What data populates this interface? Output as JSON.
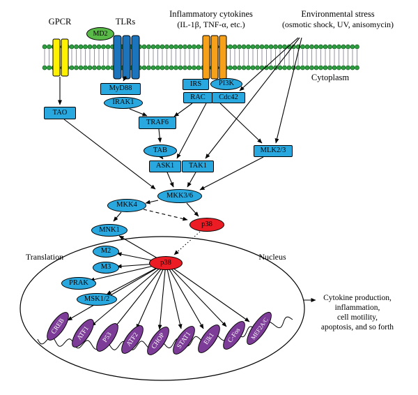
{
  "top_labels": {
    "gpcr": "GPCR",
    "tlrs": "TLRs",
    "cytokines": [
      "Inflammatory cytokines",
      "(IL-1β, TNF-α, etc.)"
    ],
    "stress": [
      "Environmental stress",
      "(osmotic shock, UV, anisomycin)"
    ]
  },
  "membrane": {
    "cytoplasm_label": "Cytoplasm"
  },
  "receptors": {
    "md2": "MD2"
  },
  "nodes": {
    "myd88": "MyD88",
    "irak1": "IRAK1",
    "tao": "TAO",
    "irs": "IRS",
    "pi3k": "PI3K",
    "rac": "RAC",
    "cdc42": "Cdc42",
    "traf6": "TRAF6",
    "tab": "TAB",
    "ask1": "ASK1",
    "tak1": "TAK1",
    "mlk23": "MLK2/3",
    "mkk36": "MKK3/6",
    "mkk4": "MKK4",
    "p38_cytoplasm": "p38",
    "mnk1": "MNK1",
    "m2": "M2",
    "m3": "M3",
    "prak": "PRAK",
    "msk12": "MSK1/2",
    "p38_nucleus": "p38"
  },
  "compartments": {
    "translation": "Translation",
    "nucleus": "Nucleus"
  },
  "transcription_factors": [
    "CREB",
    "ATF1",
    "P53",
    "ATF2",
    "CHOP",
    "STAT1",
    "Elk1",
    "C-Fos",
    "MEF2A/C"
  ],
  "outcome_lines": [
    "Cytokine production,",
    "inflammation,",
    "cell motility,",
    "apoptosis, and so forth"
  ],
  "colors": {
    "node_fill": "#29a8e0",
    "active_fill": "#ec1c24",
    "tf_fill": "#7c3c97",
    "md2_fill": "#59ba47",
    "gpcr_fill": "#fff100",
    "tlr_fill": "#1c75bc",
    "cytokine_receptor_fill": "#f7a11a",
    "membrane_head": "#2f9e41"
  }
}
